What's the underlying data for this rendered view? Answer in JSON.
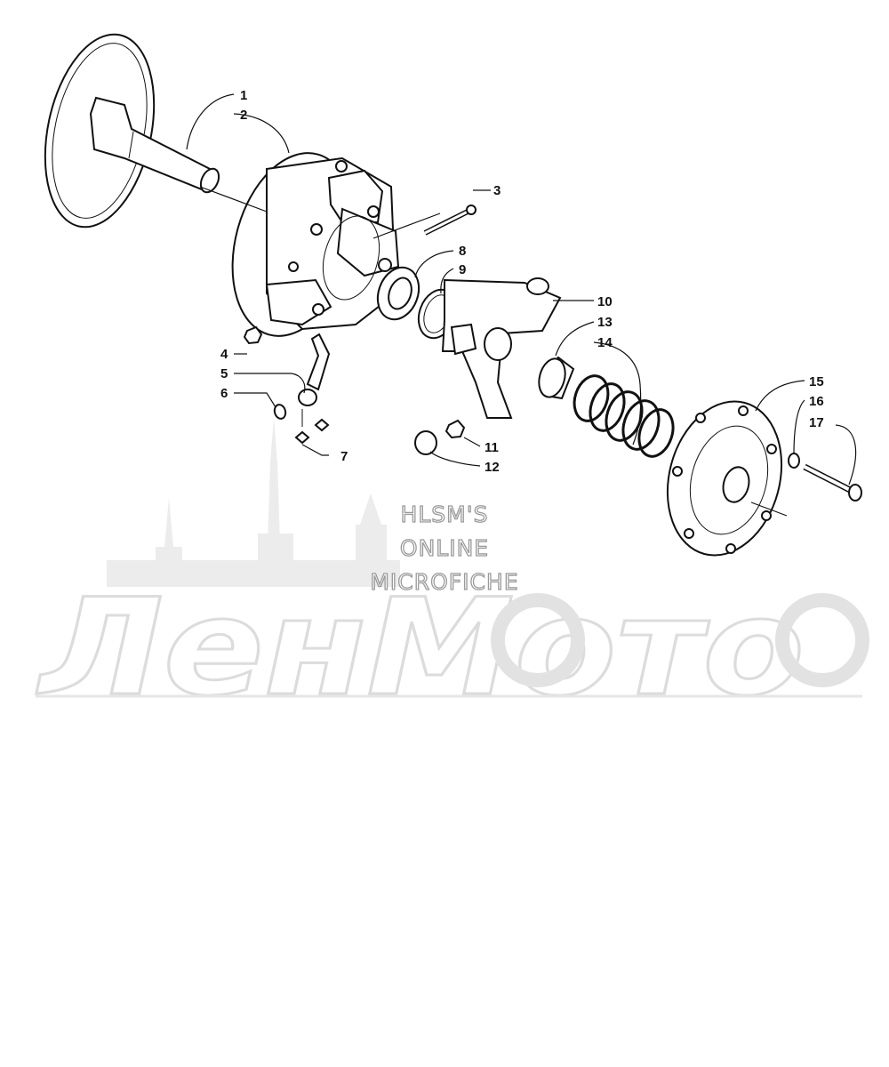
{
  "callouts": {
    "c1": "1",
    "c2": "2",
    "c3": "3",
    "c4": "4",
    "c5": "5",
    "c6": "6",
    "c7": "7",
    "c8": "8",
    "c9": "9",
    "c10": "10",
    "c11": "11",
    "c12": "12",
    "c13": "13",
    "c14": "14",
    "c15": "15",
    "c16": "16",
    "c17": "17"
  },
  "watermark": {
    "line1": "HLSM'S",
    "line2": "ONLINE",
    "line3": "MICROFICHE",
    "brand": "ЛенМото"
  }
}
